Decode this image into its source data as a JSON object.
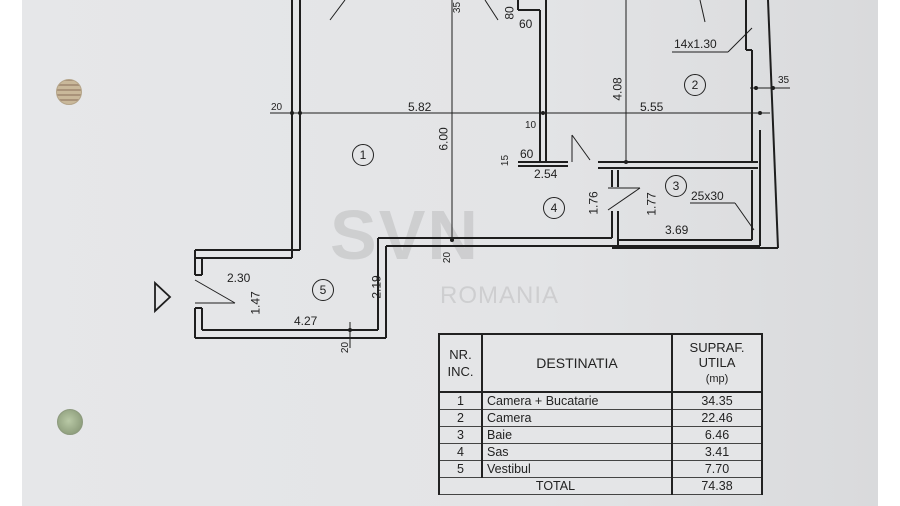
{
  "document": {
    "type": "floor-plan",
    "watermark": {
      "logo_text": "SVN",
      "sub_text": "ROMANIA"
    },
    "dimensions": {
      "top_35": "35",
      "top_80": "80",
      "top_60": "60",
      "left_20": "20",
      "width_room1": "5.82",
      "height_room1": "6.00",
      "wall_10": "10",
      "wall_15": "15",
      "door_60": "60",
      "sas_width": "2.54",
      "room2_height": "4.08",
      "room2_width": "5.55",
      "window_room2": "14x1.30",
      "right_35": "35",
      "sas_height": "1.76",
      "bath_height": "1.77",
      "bath_width": "3.69",
      "bath_window": "25x30",
      "vest_top": "2.30",
      "vest_door": "1.47",
      "vest_height": "2.19",
      "vest_width": "4.27",
      "wall_20_a": "20",
      "wall_20_b": "20"
    },
    "room_markers": [
      "1",
      "2",
      "3",
      "4",
      "5"
    ]
  },
  "legend_table": {
    "headers": {
      "nr": [
        "NR.",
        "INC."
      ],
      "destinatia": "DESTINATIA",
      "supraf": [
        "SUPRAF.",
        "UTILA",
        "(mp)"
      ]
    },
    "rows": [
      {
        "nr": "1",
        "destinatia": "Camera  +  Bucatarie",
        "supraf": "34.35"
      },
      {
        "nr": "2",
        "destinatia": "Camera",
        "supraf": "22.46"
      },
      {
        "nr": "3",
        "destinatia": "Baie",
        "supraf": "6.46"
      },
      {
        "nr": "4",
        "destinatia": "Sas",
        "supraf": "3.41"
      },
      {
        "nr": "5",
        "destinatia": "Vestibul",
        "supraf": "7.70"
      }
    ],
    "total": {
      "label": "TOTAL",
      "value": "74.38"
    }
  }
}
